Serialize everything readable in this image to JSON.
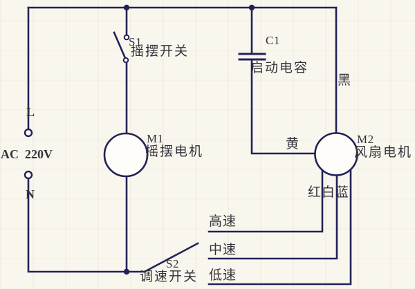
{
  "diagram": {
    "labels": {
      "switch1_id": "S1",
      "switch1_name": "摇摆开关",
      "switch2_id": "S2",
      "switch2_name": "调速开关",
      "motor1_id": "M1",
      "motor1_name": "摇摆电机",
      "motor2_id": "M2",
      "motor2_name": "风扇电机",
      "capacitor_id": "C1",
      "capacitor_name": "启动电容",
      "terminal_live": "L",
      "terminal_neutral": "N",
      "supply": "AC  220V",
      "wire_black": "黑",
      "wire_yellow": "黄",
      "wire_red_white_blue": "红白蓝",
      "speed_high": "高速",
      "speed_medium": "中速",
      "speed_low": "低速"
    },
    "colors": {
      "wire": "#222258",
      "text": "#35333a",
      "background": "#f9f6ee",
      "node_fill": "#fdfcf7"
    }
  }
}
